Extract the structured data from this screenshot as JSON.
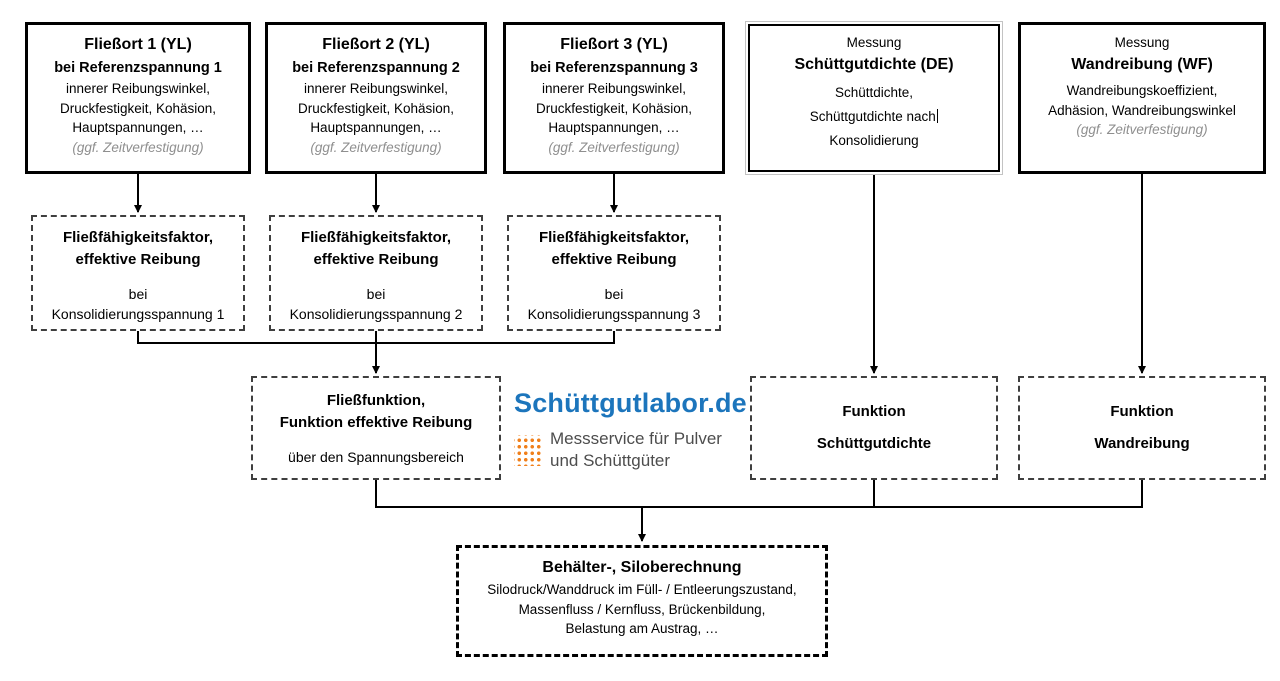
{
  "top_row": [
    {
      "title": "Fließort 1 (YL)",
      "subtitle": "bei Referenzspannung 1",
      "body": [
        "innerer Reibungswinkel,",
        "Druckfestigkeit, Kohäsion,",
        "Hauptspannungen, …"
      ],
      "note": "(ggf. Zeitverfestigung)"
    },
    {
      "title": "Fließort 2 (YL)",
      "subtitle": "bei Referenzspannung 2",
      "body": [
        "innerer Reibungswinkel,",
        "Druckfestigkeit, Kohäsion,",
        "Hauptspannungen, …"
      ],
      "note": "(ggf. Zeitverfestigung)"
    },
    {
      "title": "Fließort 3 (YL)",
      "subtitle": "bei Referenzspannung 3",
      "body": [
        "innerer Reibungswinkel,",
        "Druckfestigkeit, Kohäsion,",
        "Hauptspannungen, …"
      ],
      "note": "(ggf. Zeitverfestigung)"
    },
    {
      "label": "Messung",
      "title": "Schüttgutdichte (DE)",
      "body": [
        "Schüttdichte,",
        "Schüttgutdichte nach",
        "Konsolidierung"
      ]
    },
    {
      "label": "Messung",
      "title": "Wandreibung (WF)",
      "body": [
        "Wandreibungskoeffizient,",
        "Adhäsion, Wandreibungswinkel"
      ],
      "note": "(ggf. Zeitverfestigung)"
    }
  ],
  "mid_row": [
    {
      "title": [
        "Fließfähigkeitsfaktor,",
        "effektive Reibung"
      ],
      "body": [
        "bei",
        "Konsolidierungsspannung 1"
      ]
    },
    {
      "title": [
        "Fließfähigkeitsfaktor,",
        "effektive Reibung"
      ],
      "body": [
        "bei",
        "Konsolidierungsspannung 2"
      ]
    },
    {
      "title": [
        "Fließfähigkeitsfaktor,",
        "effektive Reibung"
      ],
      "body": [
        "bei",
        "Konsolidierungsspannung 3"
      ]
    }
  ],
  "fn_row": {
    "flow": {
      "title": [
        "Fließfunktion,",
        "Funktion effektive Reibung"
      ],
      "body": "über den Spannungsbereich"
    },
    "density": {
      "title": [
        "Funktion",
        "Schüttgutdichte"
      ]
    },
    "wall": {
      "title": [
        "Funktion",
        "Wandreibung"
      ]
    }
  },
  "logo": {
    "brand": "Schüttgutlabor.de",
    "tagline": [
      "Messservice für Pulver",
      "und Schüttgüter"
    ],
    "brand_color": "#1c75bc",
    "dot_color": "#f07f1a",
    "tagline_color": "#4d4d4d"
  },
  "bottom": {
    "title": "Behälter-, Siloberechnung",
    "body": [
      "Silodruck/Wanddruck im Füll- / Entleerungszustand,",
      "Massenfluss / Kernfluss, Brückenbildung,",
      "Belastung am Austrag, …"
    ]
  }
}
